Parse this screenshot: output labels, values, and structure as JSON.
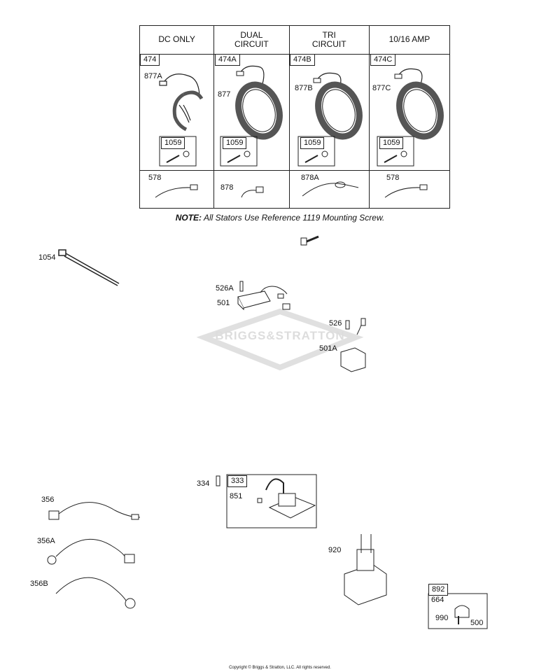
{
  "columns": [
    {
      "header_line1": "DC ONLY",
      "header_line2": "",
      "kit": "474",
      "stator": "877A",
      "screw_kit": "1059",
      "harness": "578"
    },
    {
      "header_line1": "DUAL",
      "header_line2": "CIRCUIT",
      "kit": "474A",
      "stator": "877",
      "screw_kit": "1059",
      "harness": "878"
    },
    {
      "header_line1": "TRI",
      "header_line2": "CIRCUIT",
      "kit": "474B",
      "stator": "877B",
      "screw_kit": "1059",
      "harness": "878A"
    },
    {
      "header_line1": "10/16 AMP",
      "header_line2": "",
      "kit": "474C",
      "stator": "877C",
      "screw_kit": "1059",
      "harness": "578"
    }
  ],
  "note": {
    "prefix": "NOTE:",
    "text": "All Stators Use Reference  1119    Mounting Screw."
  },
  "parts": {
    "p1054": "1054",
    "p526A": "526A",
    "p501": "501",
    "p526": "526",
    "p501A": "501A",
    "p334": "334",
    "p333": "333",
    "p851": "851",
    "p356": "356",
    "p356A": "356A",
    "p356B": "356B",
    "p920": "920",
    "p892": "892",
    "p664": "664",
    "p990": "990",
    "p500": "500"
  },
  "watermark": "BRIGGS&STRATTON",
  "copyright": "Copyright © Briggs & Stratton, LLC. All rights reserved."
}
